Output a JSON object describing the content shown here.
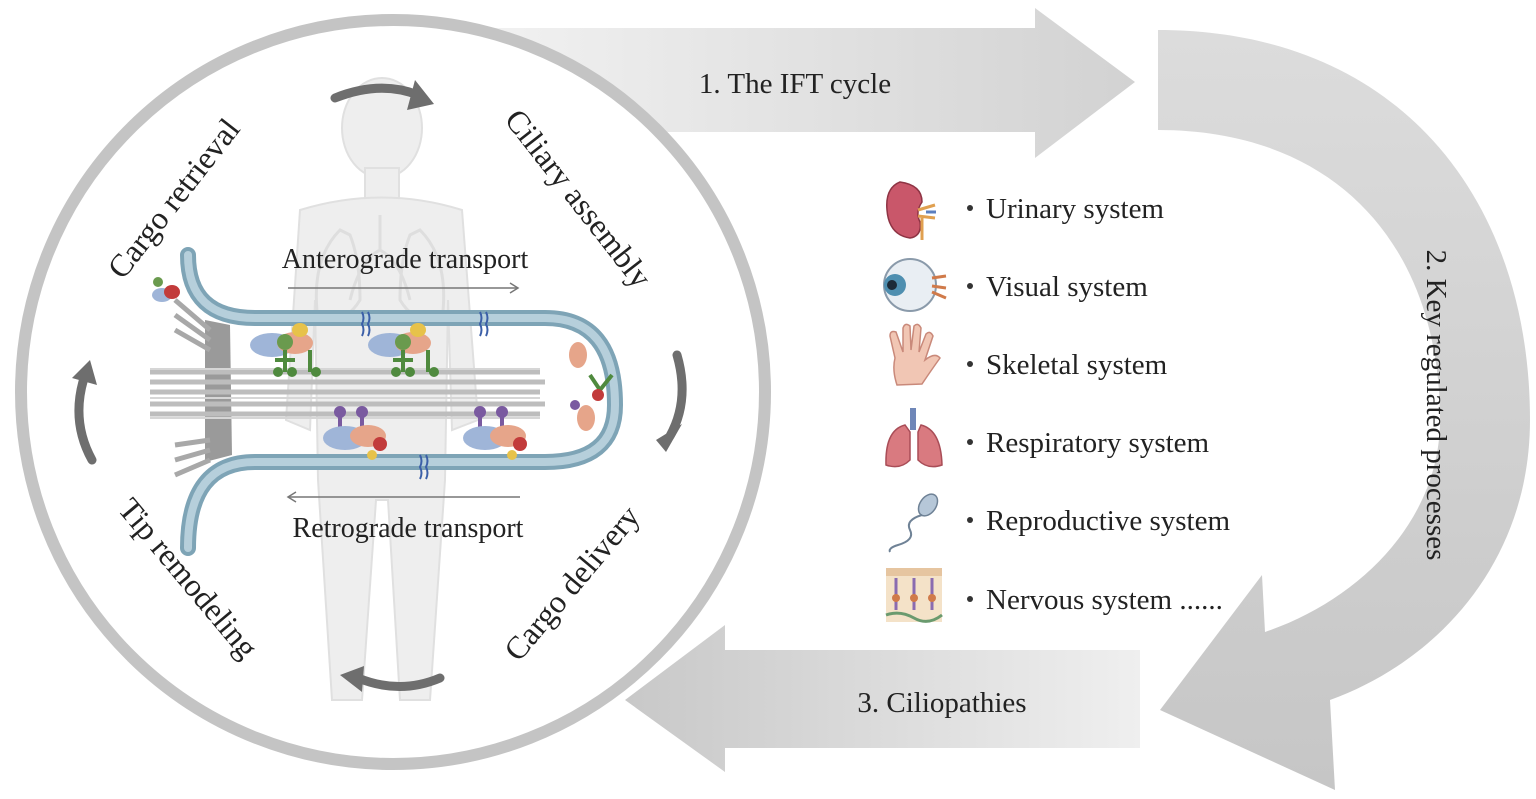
{
  "steps": {
    "step1": "1. The IFT cycle",
    "step2": "2. Key regulated processes",
    "step3": "3. Ciliopathies"
  },
  "circle_labels": {
    "cargo_retrieval": "Cargo retrieval",
    "ciliary_assembly": "Ciliary assembly",
    "cargo_delivery": "Cargo delivery",
    "tip_remodeling": "Tip remodeling"
  },
  "transport": {
    "anterograde": "Anterograde transport",
    "retrograde": "Retrograde transport"
  },
  "systems": [
    {
      "icon": "kidney-icon",
      "label": "Urinary system"
    },
    {
      "icon": "eye-icon",
      "label": "Visual system"
    },
    {
      "icon": "hand-icon",
      "label": "Skeletal system"
    },
    {
      "icon": "lungs-icon",
      "label": "Respiratory system"
    },
    {
      "icon": "sperm-icon",
      "label": "Reproductive system"
    },
    {
      "icon": "neurons-icon",
      "label": "Nervous system ......"
    }
  ],
  "colors": {
    "circle_border": "#c4c4c4",
    "arrow_gray": "#d3d3d3",
    "cycle_arrow": "#6e6e6e",
    "cilium_membrane": "#7ea4b6",
    "body_silhouette": "#e9e9e9"
  }
}
